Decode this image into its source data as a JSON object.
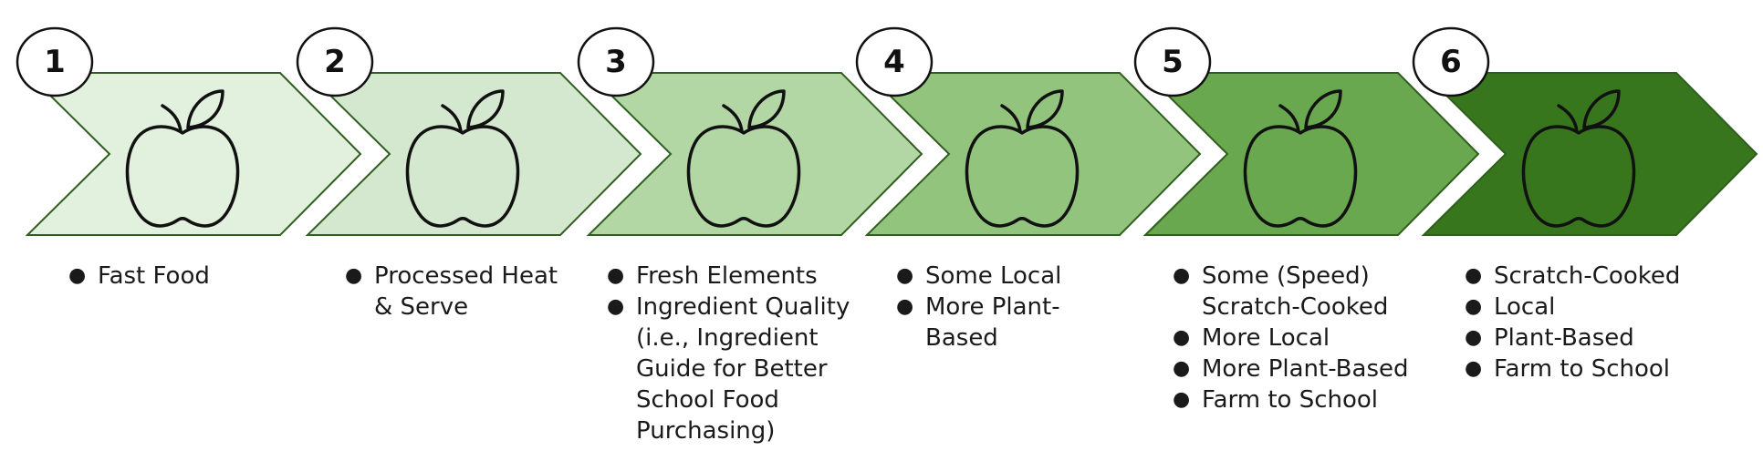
{
  "steps": [
    {
      "number": "1",
      "fill": "#e2f0de",
      "items": [
        "Fast Food"
      ]
    },
    {
      "number": "2",
      "fill": "#d4e7cf",
      "items": [
        "Processed Heat & Serve"
      ]
    },
    {
      "number": "3",
      "fill": "#b3d6a5",
      "items": [
        "Fresh Elements",
        "Ingredient Quality (i.e., Ingredient Guide for Better School Food Purchasing)"
      ]
    },
    {
      "number": "4",
      "fill": "#93c47d",
      "items": [
        "Some Local",
        "More Plant-Based"
      ]
    },
    {
      "number": "5",
      "fill": "#6aa84f",
      "items": [
        "Some (Speed) Scratch-Cooked",
        "More Local",
        "More Plant-Based",
        "Farm to School"
      ]
    },
    {
      "number": "6",
      "fill": "#38761d",
      "items": [
        "Scratch-Cooked",
        "Local",
        "Plant-Based",
        "Farm to School"
      ]
    }
  ],
  "colors": {
    "outline": "#2f5e1e",
    "icon_stroke": "#111111",
    "badge_fill": "#ffffff",
    "text": "#1a1a1a"
  },
  "icon": "apple-icon",
  "bullet_glyph": "●"
}
